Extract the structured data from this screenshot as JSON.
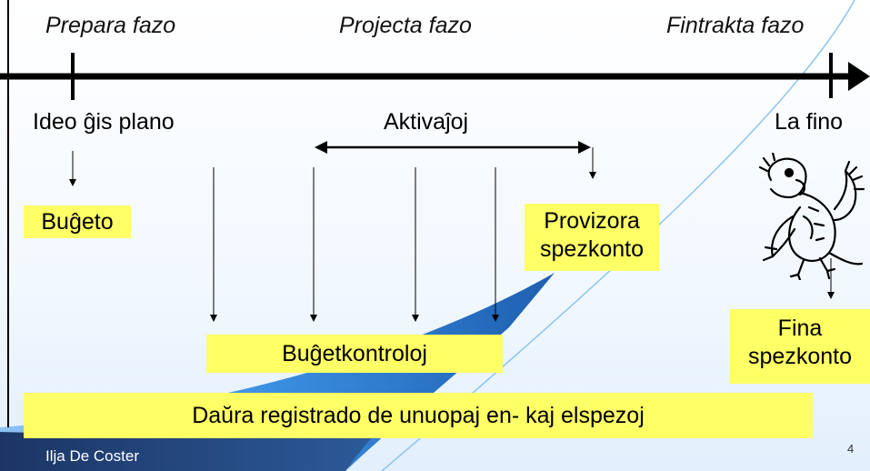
{
  "phases": {
    "prepare": "Prepara fazo",
    "project": "Projecta fazo",
    "final": "Fintrakta fazo"
  },
  "labels": {
    "idea": "Ideo ĝis plano",
    "activities": "Aktivaĵoj",
    "end": "La fino"
  },
  "boxes": {
    "budget": "Buĝeto",
    "provisional_line1": "Provizora",
    "provisional_line2": "spezkonto",
    "budget_control": "Buĝetkontroloj",
    "final_line1": "Fina",
    "final_line2": "spezkonto",
    "registration": "Daŭra registrado de unuopaj en- kaj elspezoj"
  },
  "footer": {
    "author": "Ilja De Coster",
    "page_number": "4"
  },
  "colors": {
    "box_fill": "#ffff66",
    "slide_accent": "#2f7fd0",
    "dark_bar": "#1a2f5a"
  }
}
